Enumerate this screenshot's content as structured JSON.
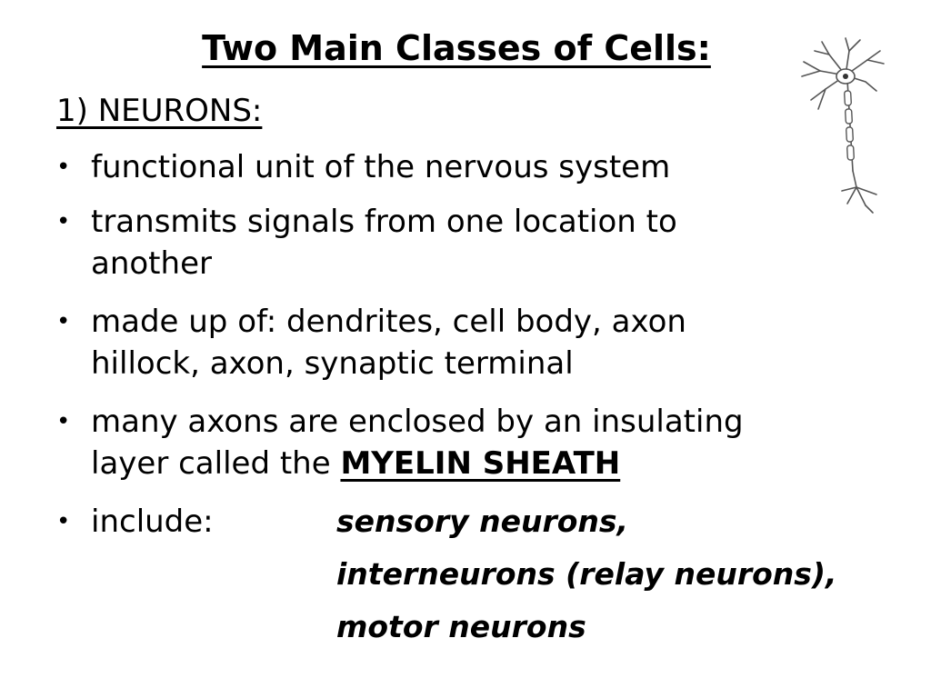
{
  "slide": {
    "title": "Two Main Classes of Cells:",
    "heading": "1) NEURONS:",
    "bullets": [
      {
        "line1": "functional unit of the nervous system"
      },
      {
        "line1": "transmits signals from one location to",
        "line2": "another"
      },
      {
        "line1": "made up of: dendrites, cell body, axon",
        "line2": "hillock, axon, synaptic terminal"
      },
      {
        "line1": "many axons are enclosed by an insulating",
        "line2_plain": "layer called the ",
        "line2_emphasis": "MYELIN SHEATH"
      },
      {
        "line1": "include:"
      }
    ],
    "include_items": [
      "sensory neurons,",
      "interneurons (relay neurons),",
      "motor neurons"
    ],
    "bullet_glyph": "•",
    "illustration_icon": "neuron-illustration-icon"
  }
}
